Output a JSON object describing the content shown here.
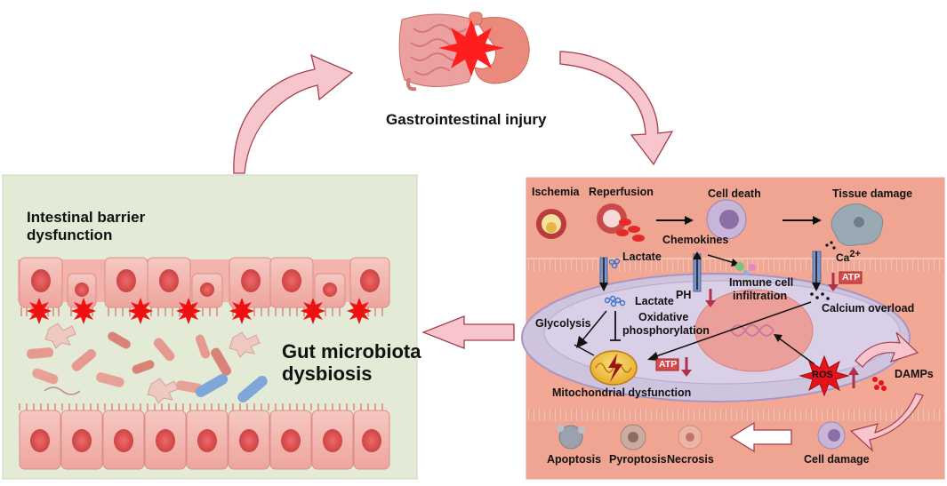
{
  "top": {
    "title": "Gastrointestinal injury"
  },
  "left_panel": {
    "barrier_label": [
      "Intestinal barrier",
      "dysfunction"
    ],
    "microbiota_label": [
      "Gut microbiota",
      "dysbiosis"
    ]
  },
  "right_panel": {
    "ischemia": "Ischemia",
    "reperfusion": "Reperfusion",
    "cell_death": "Cell death",
    "tissue_damage": "Tissue damage",
    "chemokines": "Chemokines",
    "lactate_top": "Lactate",
    "lactate_inner": "Lactate",
    "ph": "PH",
    "immune": [
      "Immune cell",
      "infiltration"
    ],
    "calcium_ion": "Ca",
    "calcium_sup": "2+",
    "atp_top": "ATP",
    "calcium_overload": "Calcium overload",
    "glycolysis": "Glycolysis",
    "oxphos": [
      "Oxidative",
      "phosphorylation"
    ],
    "atp_bottom": "ATP",
    "ros": "ROS",
    "damps": "DAMPs",
    "mito": "Mitochondrial dysfunction",
    "apoptosis": "Apoptosis",
    "pyroptosis": "Pyroptosis",
    "necrosis": "Necrosis",
    "cell_damage": "Cell damage"
  },
  "colors": {
    "left_bg": "#e3ead6",
    "right_bg": "#f4c6b8",
    "band": "#f0a896",
    "cell": "#f4b8b2",
    "nucleus": "#dd4444",
    "star": "#ee1111",
    "arrow_fill": "#f7c5cc",
    "arrow_stroke": "#a43d4e"
  }
}
